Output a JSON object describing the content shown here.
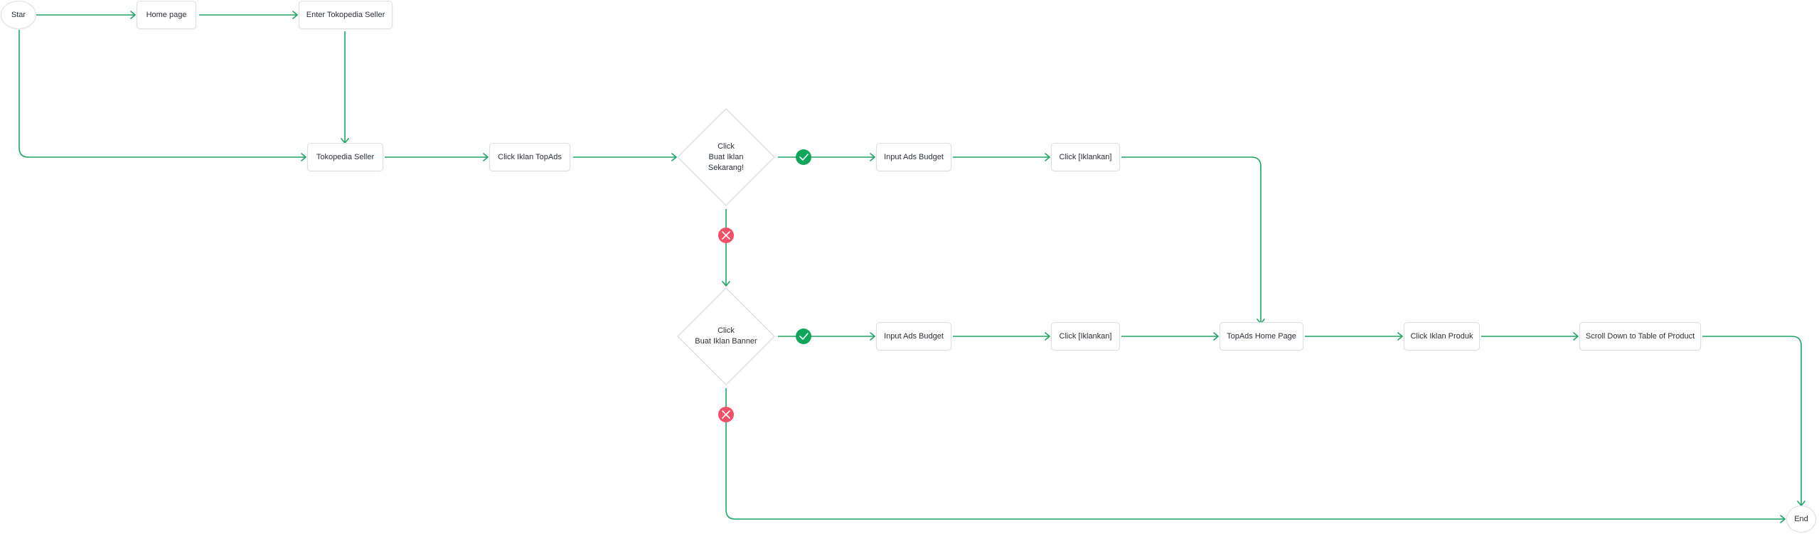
{
  "colors": {
    "edge": "#1fa463",
    "node_border": "#dcdfe3",
    "yes_badge": "#0fa55a",
    "no_badge": "#f05068",
    "text": "#2b2f36"
  },
  "nodes": {
    "start": "Star",
    "home_page": "Home page",
    "enter_tokopedia_seller": "Enter Tokopedia Seller",
    "tokopedia_seller": "Tokopedia Seller",
    "click_iklan_topads": "Click Iklan TopAds",
    "decision_buat_iklan": "Click\nBuat Iklan\nSekarang!",
    "input_ads_budget_1": "Input Ads Budget",
    "click_iklankan_1": "Click [Iklankan]",
    "decision_buat_banner": "Click\nBuat Iklan Banner",
    "input_ads_budget_2": "Input Ads Budget",
    "click_iklankan_2": "Click [Iklankan]",
    "topads_home_page": "TopAds Home Page",
    "click_iklan_produk": "Click Iklan Produk",
    "scroll_down": "Scroll Down to Table of Product",
    "end": "End"
  },
  "badges": {
    "yes_icon": "check-icon",
    "no_icon": "close-icon"
  }
}
